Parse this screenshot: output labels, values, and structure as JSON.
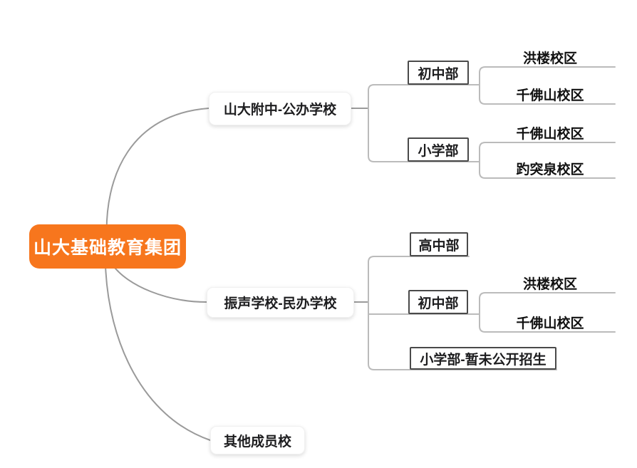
{
  "colors": {
    "root_bg": "#F7761D",
    "root_text": "#FFFFFF",
    "curve_line": "#9A9A9A",
    "branch_line": "#BBBBBB",
    "box_border": "#4A4A4A",
    "text": "#1D1D1F"
  },
  "root": {
    "label": "山大基础教育集团"
  },
  "branches": [
    {
      "label": "山大附中-公办学校",
      "children": [
        {
          "label": "初中部",
          "campuses": [
            {
              "label": "洪楼校区"
            },
            {
              "label": "千佛山校区"
            }
          ]
        },
        {
          "label": "小学部",
          "campuses": [
            {
              "label": "千佛山校区"
            },
            {
              "label": "趵突泉校区"
            }
          ]
        }
      ]
    },
    {
      "label": "振声学校-民办学校",
      "children": [
        {
          "label": "高中部",
          "campuses": []
        },
        {
          "label": "初中部",
          "campuses": [
            {
              "label": "洪楼校区"
            },
            {
              "label": "千佛山校区"
            }
          ]
        },
        {
          "label": "小学部-暂未公开招生",
          "campuses": []
        }
      ]
    },
    {
      "label": "其他成员校",
      "children": []
    }
  ]
}
